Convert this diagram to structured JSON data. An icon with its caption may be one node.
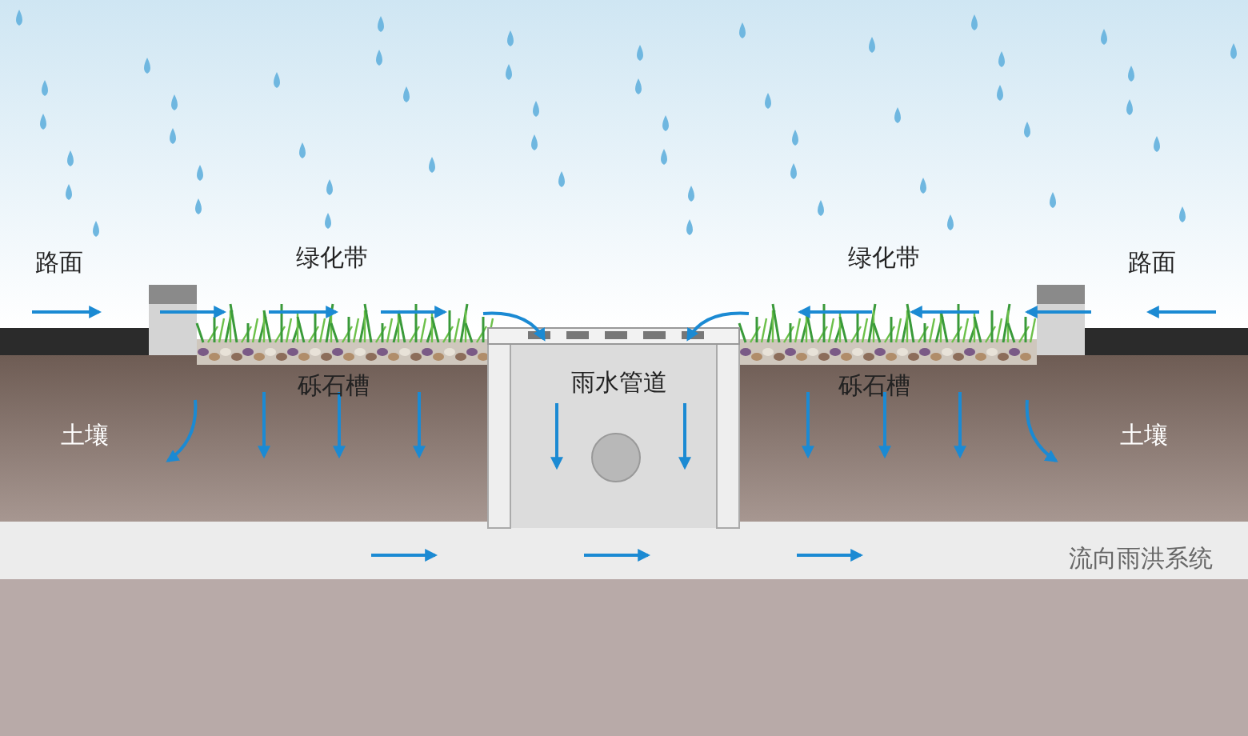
{
  "diagram": {
    "labels": [
      "路面",
      "绿化带",
      "绿化带",
      "路面",
      "砾石槽",
      "雨水管道",
      "砾石槽",
      "土壤",
      "土壤",
      "流向雨洪系统"
    ]
  }
}
